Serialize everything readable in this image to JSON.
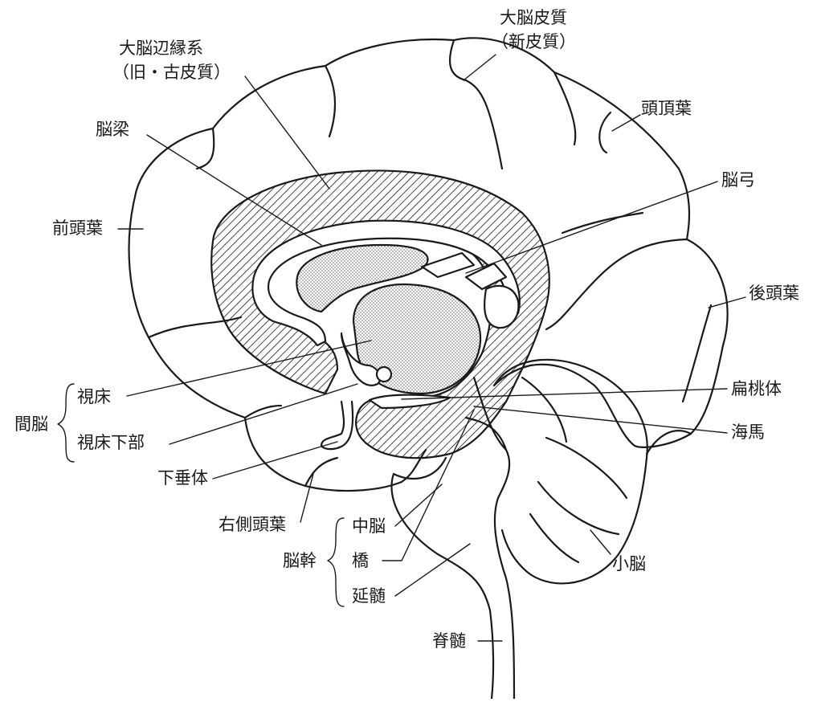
{
  "diagram": {
    "labels": {
      "cerebral_cortex": "大脳皮質",
      "neocortex": "（新皮質）",
      "limbic_system": "大脳辺縁系",
      "old_cortex": "（旧・古皮質）",
      "parietal_lobe": "頭頂葉",
      "corpus_callosum": "脳梁",
      "fornix": "脳弓",
      "frontal_lobe": "前頭葉",
      "occipital_lobe": "後頭葉",
      "thalamus": "視床",
      "diencephalon": "間脳",
      "hypothalamus": "視床下部",
      "amygdala": "扁桃体",
      "hippocampus": "海馬",
      "pituitary": "下垂体",
      "temporal_lobe": "右側頭葉",
      "midbrain": "中脳",
      "brainstem": "脳幹",
      "pons": "橋",
      "medulla": "延髄",
      "cerebellum": "小脳",
      "spinal_cord": "脊髄"
    },
    "colors": {
      "line": "#1a1a1a",
      "hatch": "#1a1a1a",
      "dot": "#555555"
    }
  }
}
